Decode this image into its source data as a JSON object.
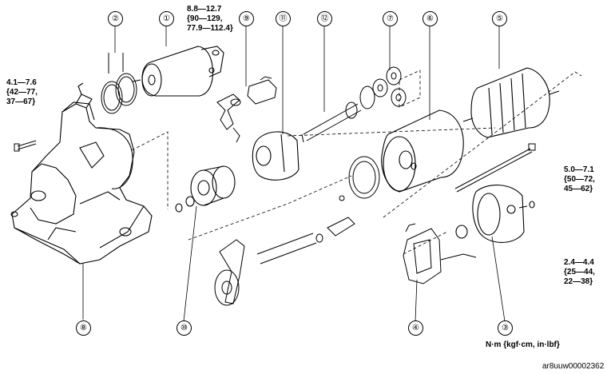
{
  "callouts": [
    {
      "id": "1",
      "label": "①"
    },
    {
      "id": "2",
      "label": "②"
    },
    {
      "id": "3",
      "label": "③"
    },
    {
      "id": "4",
      "label": "④"
    },
    {
      "id": "5",
      "label": "⑤"
    },
    {
      "id": "6",
      "label": "⑥"
    },
    {
      "id": "7",
      "label": "⑦"
    },
    {
      "id": "8",
      "label": "⑧"
    },
    {
      "id": "9",
      "label": "⑨"
    },
    {
      "id": "10",
      "label": "⑩"
    },
    {
      "id": "11",
      "label": "⑪"
    },
    {
      "id": "12",
      "label": "⑫"
    }
  ],
  "torques": {
    "t1": {
      "l1": "8.8—12.7",
      "l2": "{90—129,",
      "l3": "77.9—112.4}"
    },
    "t2": {
      "l1": "4.1—7.6",
      "l2": "{42—77,",
      "l3": "37—67}"
    },
    "t3": {
      "l1": "5.0—7.1",
      "l2": "{50—72,",
      "l3": "45—62}"
    },
    "t4": {
      "l1": "2.4—4.4",
      "l2": "{25—44,",
      "l3": "22—38}"
    }
  },
  "units": "N·m {kgf·cm, in·lbf}",
  "figure_code": "ar8uuw00002362"
}
